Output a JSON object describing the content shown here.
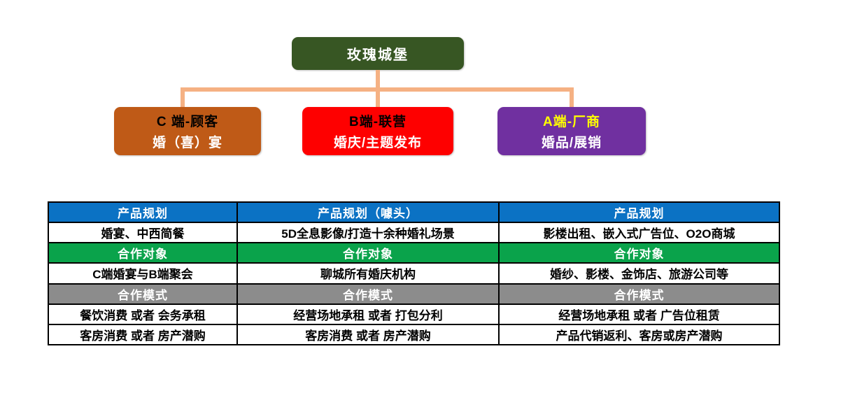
{
  "org_chart": {
    "root": {
      "label": "玫瑰城堡",
      "bg": "#375623",
      "text_color": "#ffffff"
    },
    "connector_color": "#f5b183",
    "children": [
      {
        "line1": "C 端-顾客",
        "line2": "婚（喜）宴",
        "bg": "#bf5a17",
        "line1_color": "#000000",
        "line2_color": "#ffffff"
      },
      {
        "line1": "B端-联营",
        "line2": "婚庆/主题发布",
        "bg": "#fe0000",
        "line1_color": "#000000",
        "line2_color": "#ffffff"
      },
      {
        "line1": "A端-厂商",
        "line2": "婚品/展销",
        "bg": "#7030a0",
        "line1_color": "#ffff00",
        "line2_color": "#ffffff"
      }
    ]
  },
  "table": {
    "header_colors": {
      "blue": "#0b72c4",
      "green": "#0aa34b",
      "gray": "#8c8c8c"
    },
    "border_color": "#000000",
    "rows": [
      {
        "type": "header",
        "color": "blue",
        "cells": [
          "产品规划",
          "产品规划（噱头）",
          "产品规划"
        ]
      },
      {
        "type": "data",
        "cells": [
          "婚宴、中西简餐",
          "5D全息影像/打造十余种婚礼场景",
          "影楼出租、嵌入式广告位、O2O商城"
        ]
      },
      {
        "type": "header",
        "color": "green",
        "cells": [
          "合作对象",
          "合作对象",
          "合作对象"
        ]
      },
      {
        "type": "data",
        "cells": [
          "C端婚宴与B端聚会",
          "聊城所有婚庆机构",
          "婚纱、影楼、金饰店、旅游公司等"
        ]
      },
      {
        "type": "header",
        "color": "gray",
        "cells": [
          "合作模式",
          "合作模式",
          "合作模式"
        ]
      },
      {
        "type": "data",
        "cells": [
          "餐饮消费 或者 会务承租",
          "经营场地承租 或者 打包分利",
          "经营场地承租 或者 广告位租赁"
        ]
      },
      {
        "type": "data",
        "cells": [
          "客房消费 或者 房产潜购",
          "客房消费 或者 房产潜购",
          "产品代销返利、客房或房产潜购"
        ]
      }
    ]
  }
}
